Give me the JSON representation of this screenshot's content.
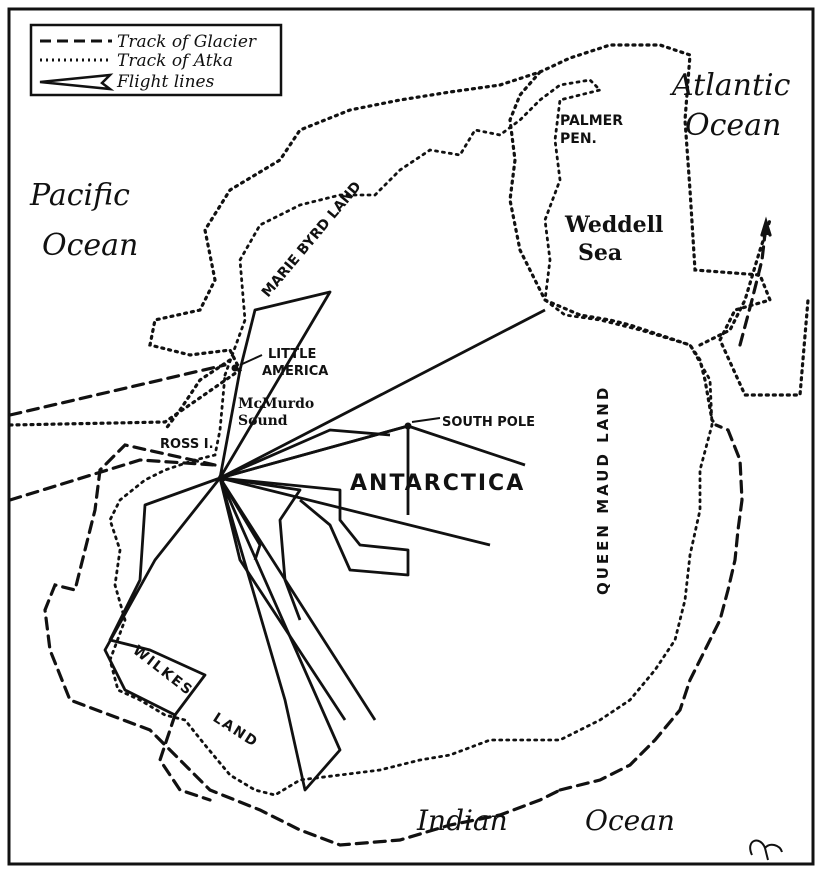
{
  "legend": {
    "items": [
      {
        "label": "Track of Glacier",
        "style": "dashed"
      },
      {
        "label": "Track of Atka",
        "style": "dotted"
      },
      {
        "label": "Flight lines",
        "style": "solid"
      }
    ]
  },
  "oceans": {
    "pacific": [
      "Pacific",
      "Ocean"
    ],
    "atlantic": [
      "Atlantic",
      "Ocean"
    ],
    "indian": [
      "Indian",
      "Ocean"
    ]
  },
  "places": {
    "palmer": [
      "PALMER",
      "PEN."
    ],
    "weddell": [
      "Weddell",
      "Sea"
    ],
    "marie_byrd": "MARIE BYRD LAND",
    "little_america": [
      "LITTLE",
      "AMERICA"
    ],
    "mcmurdo": [
      "McMurdo",
      "Sound"
    ],
    "ross": "ROSS I.",
    "south_pole": "SOUTH POLE",
    "antarctica": "ANTARCTICA",
    "queen_maud": "QUEEN MAUD LAND",
    "wilkes": "WILKES",
    "land": "LAND"
  },
  "colors": {
    "ink": "#111111",
    "paper": "#ffffff"
  }
}
